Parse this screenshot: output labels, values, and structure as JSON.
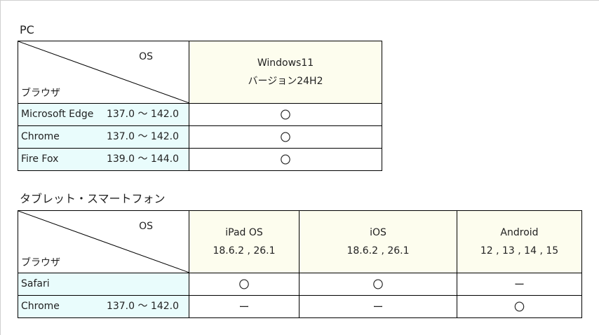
{
  "pc": {
    "title": "PC",
    "corner": {
      "os": "OS",
      "browser": "ブラウザ"
    },
    "columns": [
      {
        "name": "Windows11",
        "version": "バージョン24H2"
      }
    ],
    "rows": [
      {
        "browser": "Microsoft Edge",
        "version": "137.0 〜 142.0",
        "marks": [
          "〇"
        ]
      },
      {
        "browser": "Chrome",
        "version": "137.0 〜 142.0",
        "marks": [
          "〇"
        ]
      },
      {
        "browser": "Fire Fox",
        "version": "139.0 〜 144.0",
        "marks": [
          "〇"
        ]
      }
    ]
  },
  "tablet": {
    "title": "タブレット・スマートフォン",
    "corner": {
      "os": "OS",
      "browser": "ブラウザ"
    },
    "columns": [
      {
        "name": "iPad OS",
        "version": "18.6.2 , 26.1"
      },
      {
        "name": "iOS",
        "version": "18.6.2 , 26.1"
      },
      {
        "name": "Android",
        "version": "12 , 13 , 14 , 15"
      }
    ],
    "rows": [
      {
        "browser": "Safari",
        "version": "",
        "marks": [
          "〇",
          "〇",
          "ー"
        ]
      },
      {
        "browser": "Chrome",
        "version": "137.0 〜 142.0",
        "marks": [
          "ー",
          "ー",
          "〇"
        ]
      }
    ]
  },
  "colors": {
    "os_header_bg": "#fdfdee",
    "browser_cell_bg": "#e9fcfc",
    "border": "#000000"
  }
}
